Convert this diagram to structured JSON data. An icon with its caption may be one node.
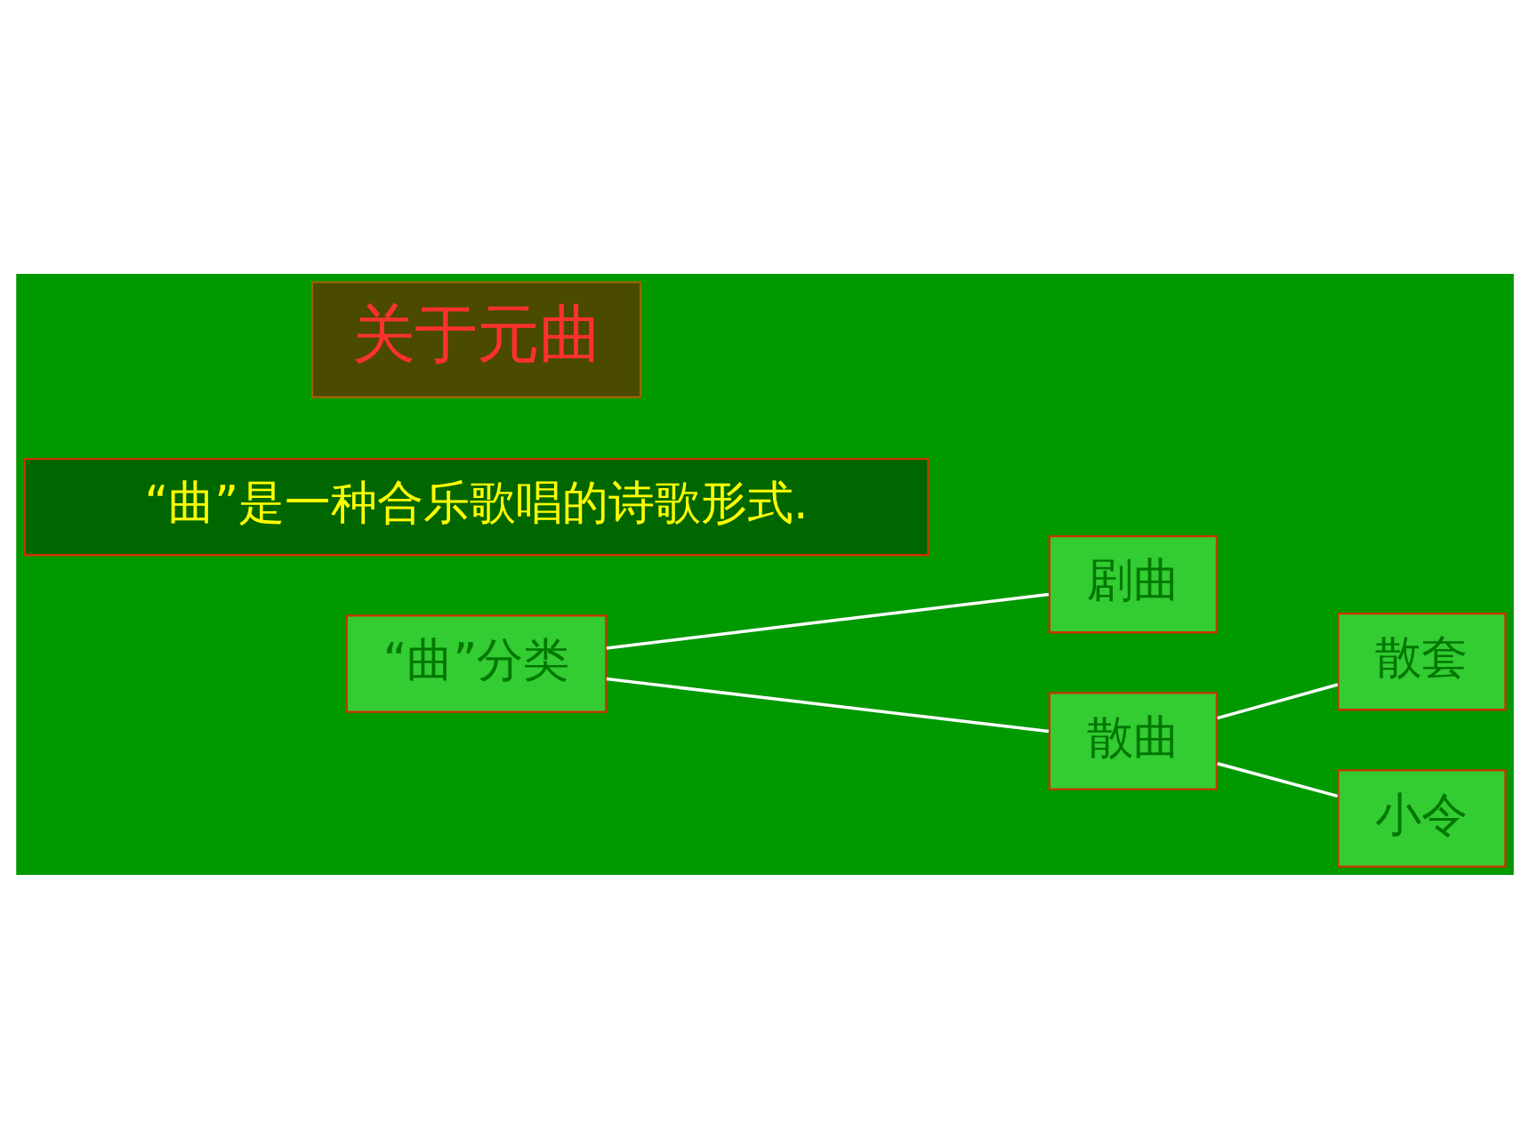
{
  "diagram": {
    "nodes": [
      {
        "text": [
          "关于元曲"
        ]
      },
      {
        "text": [
          "“曲”是一种合乐歌唱的诗歌形式."
        ]
      },
      {
        "text": [
          "“曲”分类"
        ]
      },
      {
        "text": [
          "剧曲"
        ]
      },
      {
        "text": [
          "散曲"
        ]
      },
      {
        "text": [
          "散套"
        ]
      },
      {
        "text": [
          "小令"
        ]
      }
    ],
    "edges": [
      {
        "from": 2,
        "to": 3,
        "arrow": "none"
      },
      {
        "from": 2,
        "to": 4,
        "arrow": "none"
      },
      {
        "from": 4,
        "to": 5,
        "arrow": "none"
      },
      {
        "from": 4,
        "to": 6,
        "arrow": "none"
      }
    ]
  }
}
